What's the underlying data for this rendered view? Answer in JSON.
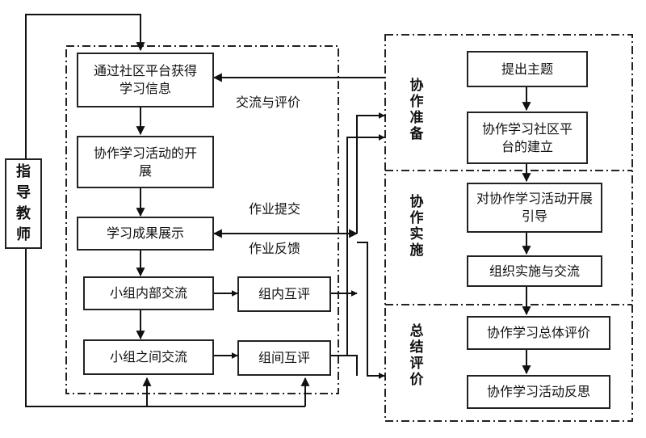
{
  "left_panel": {
    "boxes": {
      "get_info": "通过社区平台获得学习信息",
      "start_activity": "协作学习活动的开展",
      "show_results": "学习成果展示",
      "group_internal": "小组内部交流",
      "group_between": "小组之间交流",
      "peer_review_in": "组内互评",
      "peer_review_between": "组间互评"
    }
  },
  "right_panel": {
    "stages": {
      "prepare": "协作准备",
      "implement": "协作实施",
      "summary": "总结评价"
    },
    "boxes": {
      "propose_theme": "提出主题",
      "build_platform": "协作学习社区平台的建立",
      "guide_activity": "对协作学习活动开展引导",
      "organize": "组织实施与交流",
      "overall_eval": "协作学习总体评价",
      "reflect": "协作学习活动反思"
    }
  },
  "guide": "指导教师",
  "edge_labels": {
    "exchange_eval": "交流与评价",
    "homework_submit": "作业提交",
    "homework_feedback": "作业反馈"
  }
}
